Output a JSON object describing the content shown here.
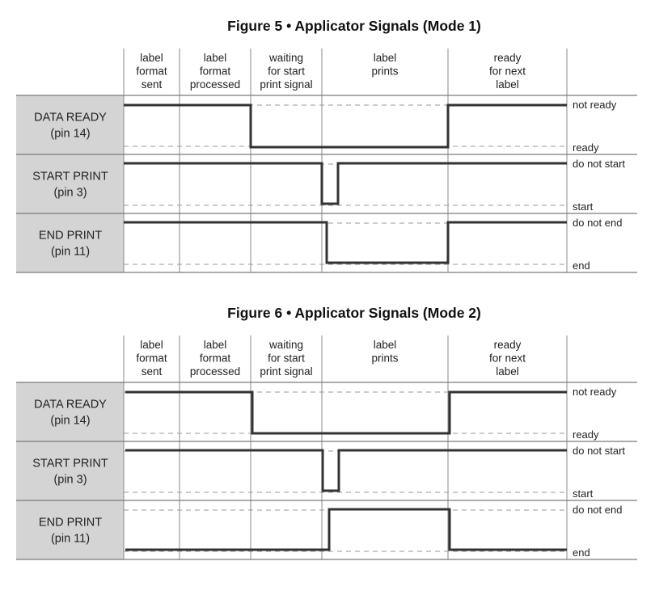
{
  "figures": [
    {
      "title": "Figure 5 • Applicator Signals (Mode 1)",
      "phases": [
        [
          "label",
          "format",
          "sent"
        ],
        [
          "label",
          "format",
          "processed"
        ],
        [
          "waiting",
          "for start",
          "print signal"
        ],
        [
          "label",
          "prints"
        ],
        [
          "ready",
          "for next",
          "label"
        ]
      ],
      "signals": [
        {
          "name": [
            "DATA READY",
            "(pin 14)"
          ],
          "high_state": "not ready",
          "low_state": "ready"
        },
        {
          "name": [
            "START PRINT",
            "(pin 3)"
          ],
          "high_state": "do not start",
          "low_state": "start"
        },
        {
          "name": [
            "END PRINT",
            "(pin 11)"
          ],
          "high_state": "do not end",
          "low_state": "end"
        }
      ]
    },
    {
      "title": "Figure 6 • Applicator Signals (Mode 2)",
      "phases": [
        [
          "label",
          "format",
          "sent"
        ],
        [
          "label",
          "format",
          "processed"
        ],
        [
          "waiting",
          "for start",
          "print signal"
        ],
        [
          "label",
          "prints"
        ],
        [
          "ready",
          "for next",
          "label"
        ]
      ],
      "signals": [
        {
          "name": [
            "DATA READY",
            "(pin 14)"
          ],
          "high_state": "not ready",
          "low_state": "ready"
        },
        {
          "name": [
            "START PRINT",
            "(pin 3)"
          ],
          "high_state": "do not start",
          "low_state": "start"
        },
        {
          "name": [
            "END PRINT",
            "(pin 11)"
          ],
          "high_state": "do not end",
          "low_state": "end"
        }
      ]
    }
  ]
}
